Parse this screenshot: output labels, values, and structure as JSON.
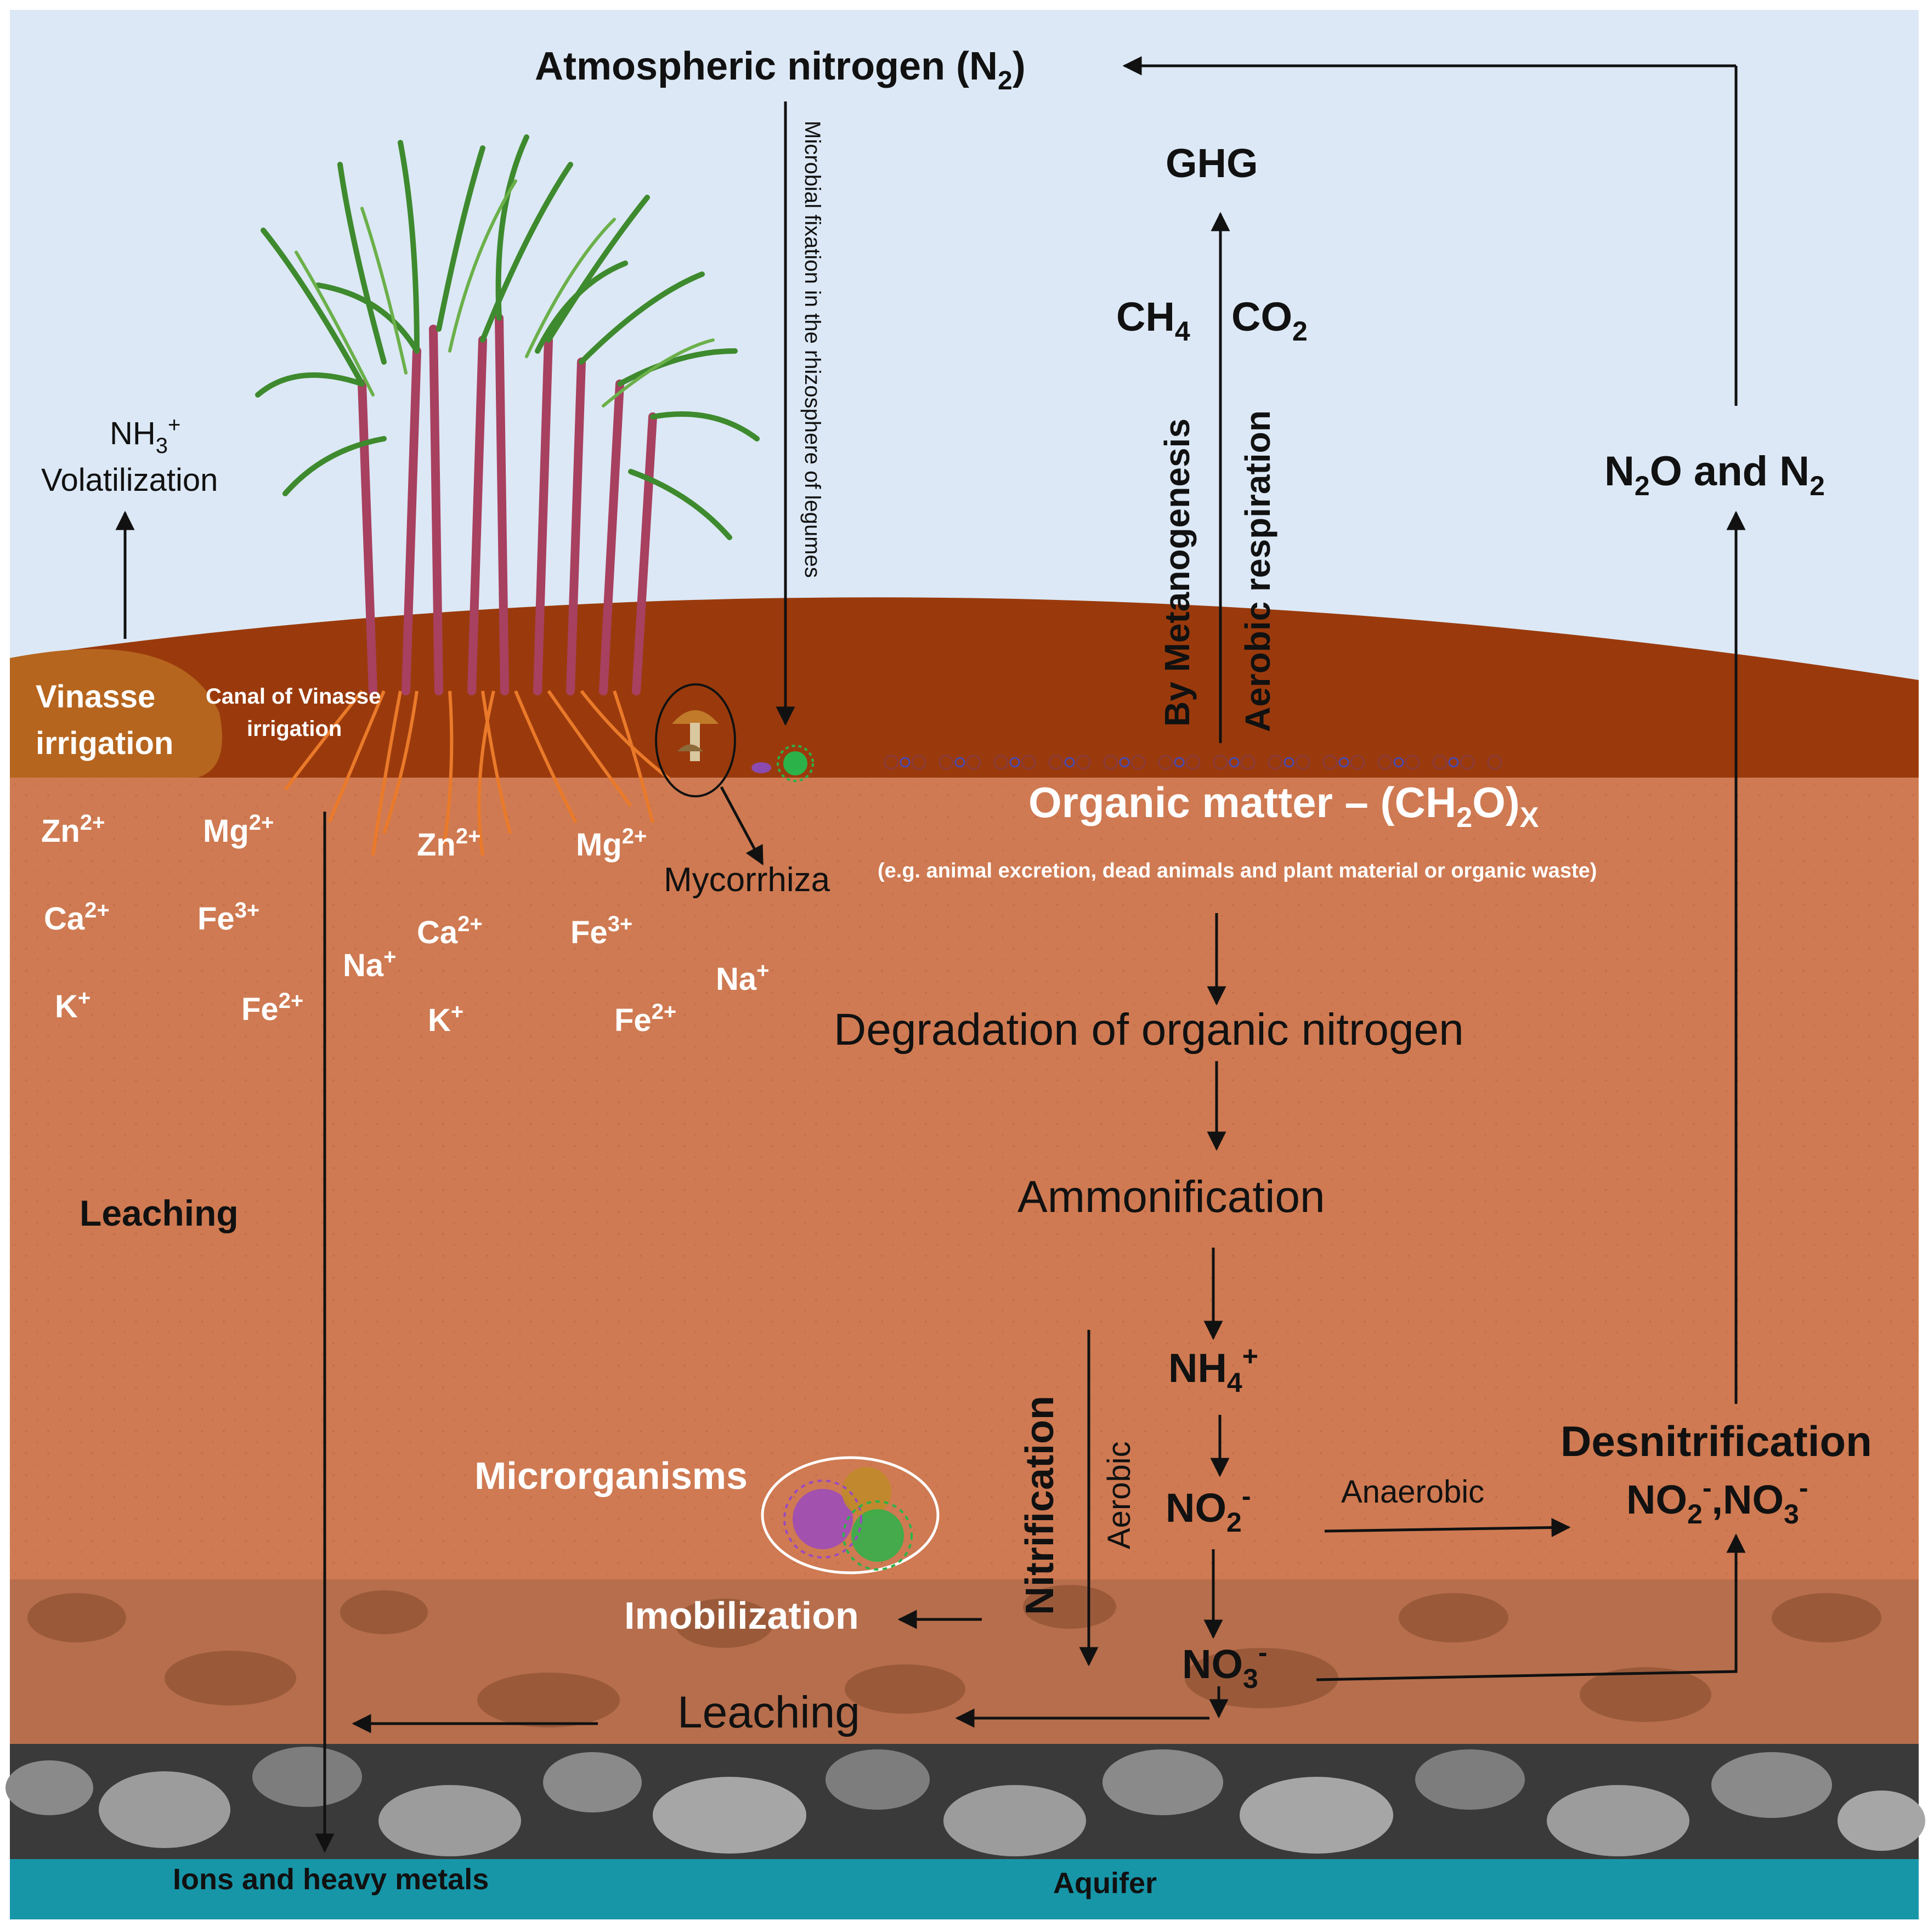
{
  "atmosphere": {
    "n2_text": "Atmospheric nitrogen (N",
    "n2_sub": "2",
    "n2_close": ")",
    "ghg": "GHG",
    "ch4_text": "CH",
    "ch4_sub": "4",
    "co2_text": "CO",
    "co2_sub": "2",
    "metanogenesis": "By Metanogenesis",
    "aerobic_respiration": "Aerobic respiration",
    "microbial_fixation": "Microbial fixation in the rhizosphere of legumes",
    "n2o_a": "N",
    "n2o_sub1": "2",
    "n2o_b": "O and N",
    "n2o_sub2": "2",
    "nh3_text": "NH",
    "nh3_sub": "3",
    "nh3_sup": "+",
    "volatilization": "Volatilization"
  },
  "surface": {
    "vinasse_line1": "Vinasse",
    "vinasse_line2": "irrigation",
    "canal_line1": "Canal  of Vinasse",
    "canal_line2": "irrigation",
    "mycorrhiza": "Mycorrhiza"
  },
  "ions_left": [
    {
      "base": "Zn",
      "sup": "2+"
    },
    {
      "base": "Mg",
      "sup": "2+"
    },
    {
      "base": "Ca",
      "sup": "2+"
    },
    {
      "base": "Fe",
      "sup": "3+"
    },
    {
      "base": "K",
      "sup": "+"
    },
    {
      "base": "Fe",
      "sup": "2+"
    }
  ],
  "ions_mid": [
    {
      "base": "Zn",
      "sup": "2+"
    },
    {
      "base": "Mg",
      "sup": "2+"
    },
    {
      "base": "Na",
      "sup": "+"
    },
    {
      "base": "Ca",
      "sup": "2+"
    },
    {
      "base": "Fe",
      "sup": "3+"
    },
    {
      "base": "Na",
      "sup": "+"
    },
    {
      "base": "K",
      "sup": "+"
    },
    {
      "base": "Fe",
      "sup": "2+"
    }
  ],
  "cycle": {
    "organic_matter": "Organic matter – (CH",
    "organic_sub": "2",
    "organic_close": "O)",
    "organic_subx": "X",
    "organic_examples": "(e.g. animal excretion, dead animals and plant material or organic waste)",
    "degradation": "Degradation  of organic  nitrogen",
    "ammonification": "Ammonification",
    "nh4": "NH",
    "nh4_sub": "4",
    "nh4_sup": "+",
    "no2": "NO",
    "no2_sub": "2",
    "no2_sup": "-",
    "no3": "NO",
    "no3_sub": "3",
    "no3_sup": "-",
    "nitrification": "Nitrification",
    "aerobic": "Aerobic",
    "anaerobic": "Anaerobic",
    "desnitrification": "Desnitrification",
    "den_no2": "NO",
    "den_no2_sub": "2",
    "den_no2_sup": "-",
    "den_comma": ",NO",
    "den_no3_sub": "3",
    "den_no3_sup": "-",
    "microrganisms": "Microrganisms",
    "imobilization": "Imobilization",
    "leaching_lower": "Leaching",
    "leaching_left": "Leaching"
  },
  "bottom": {
    "ions_heavy": "Ions and heavy metals",
    "aquifer": "Aquifer"
  },
  "colors": {
    "sky": "#dce8f5",
    "topsoil": "#9a3a0c",
    "soil": "#cf7a52",
    "subsoil": "#b76e4c",
    "pebbles": "#3a3a3a",
    "aquifer": "#1796a8"
  }
}
